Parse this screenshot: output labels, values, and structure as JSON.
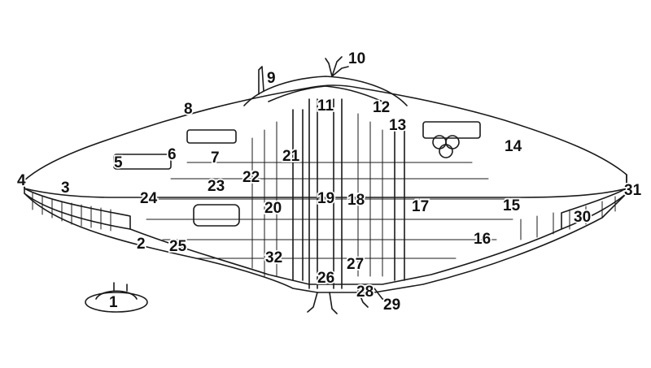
{
  "callouts": [
    {
      "id": "n1",
      "text": "1"
    },
    {
      "id": "n2",
      "text": "2"
    },
    {
      "id": "n3",
      "text": "3"
    },
    {
      "id": "n4",
      "text": "4"
    },
    {
      "id": "n5",
      "text": "5"
    },
    {
      "id": "n6",
      "text": "6"
    },
    {
      "id": "n7",
      "text": "7"
    },
    {
      "id": "n8",
      "text": "8"
    },
    {
      "id": "n9",
      "text": "9"
    },
    {
      "id": "n10",
      "text": "10"
    },
    {
      "id": "n11",
      "text": "11"
    },
    {
      "id": "n12",
      "text": "12"
    },
    {
      "id": "n13",
      "text": "13"
    },
    {
      "id": "n14",
      "text": "14"
    },
    {
      "id": "n15",
      "text": "15"
    },
    {
      "id": "n16",
      "text": "16"
    },
    {
      "id": "n17",
      "text": "17"
    },
    {
      "id": "n18",
      "text": "18"
    },
    {
      "id": "n19",
      "text": "19"
    },
    {
      "id": "n20",
      "text": "20"
    },
    {
      "id": "n21",
      "text": "21"
    },
    {
      "id": "n22",
      "text": "22"
    },
    {
      "id": "n23",
      "text": "23"
    },
    {
      "id": "n24",
      "text": "24"
    },
    {
      "id": "n25",
      "text": "25"
    },
    {
      "id": "n26",
      "text": "26"
    },
    {
      "id": "n27",
      "text": "27"
    },
    {
      "id": "n28",
      "text": "28"
    },
    {
      "id": "n29",
      "text": "29"
    },
    {
      "id": "n30",
      "text": "30"
    },
    {
      "id": "n31",
      "text": "31"
    },
    {
      "id": "n32",
      "text": "32"
    }
  ],
  "colors": {
    "line": "#1a1a1a",
    "background": "#ffffff"
  }
}
